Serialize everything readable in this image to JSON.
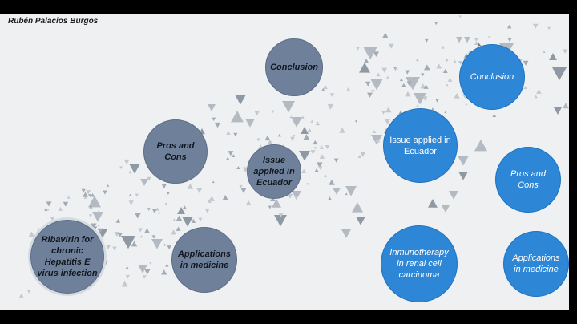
{
  "author": "Rubén Palacios Burgos",
  "colors": {
    "grey_node": "#6f819a",
    "blue_node": "#2d86d6",
    "background": "#eef0f2",
    "triangle": "#9aa3ad"
  },
  "path_nodes": {
    "ribavirin": "Ribavirin for chronic Hepatitis E virus infection",
    "applications": "Applications in medicine",
    "pros_cons": "Pros and Cons",
    "issue": "Issue applied in Ecuador",
    "conclusion": "Conclusion"
  },
  "blue_nodes": {
    "conclusion": "Conclusion",
    "issue": "Issue applied in Ecuador",
    "pros_cons": "Pros and Cons",
    "immunotherapy": "Inmunotherapy in renal cell carcinoma",
    "applications": "Applications in medicine"
  }
}
